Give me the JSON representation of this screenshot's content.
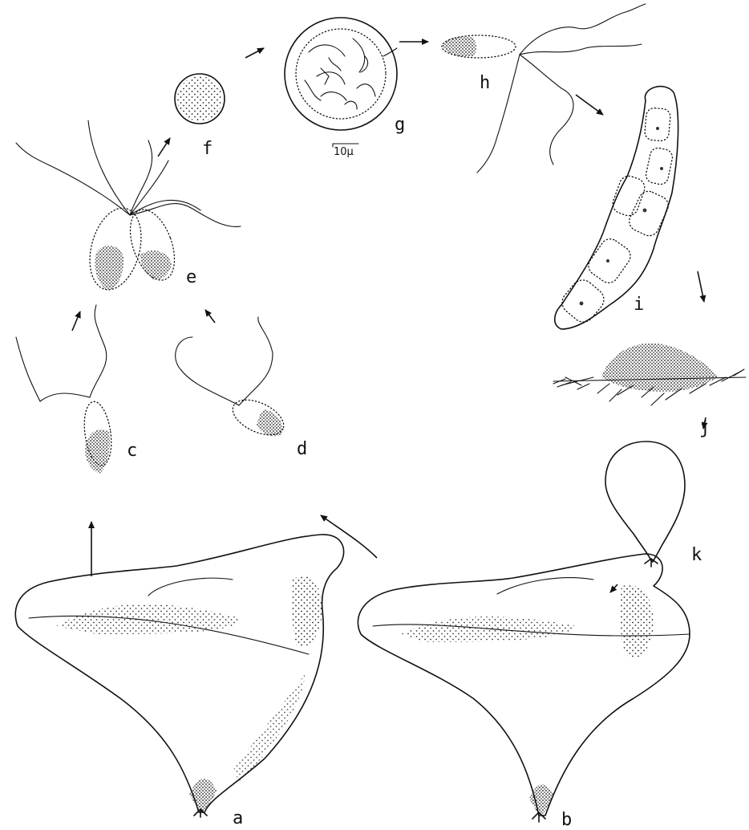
{
  "labels": {
    "a": "a",
    "b": "b",
    "c": "c",
    "d": "d",
    "e": "e",
    "f": "f",
    "g": "g",
    "h": "h",
    "i": "i",
    "j": "j",
    "k": "k"
  },
  "scale_bar": "10μ",
  "colors": {
    "ink": "#111111",
    "background": "#ffffff"
  }
}
